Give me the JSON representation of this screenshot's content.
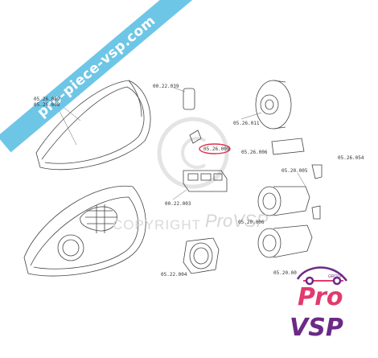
{
  "watermark": {
    "banner_text": "pro-piece-vsp.com",
    "copyright_text": "COPYRIGHT",
    "copyright_brand": "ProVSP"
  },
  "parts": {
    "p1": "05.26.009",
    "p2": "05.26.008",
    "p3": "00.22.039",
    "p4": "05.26.011",
    "p5": "05.26.009",
    "p6": "05.26.006",
    "p7": "05.20.005",
    "p8": "05.26.054",
    "p9": "00.22.003",
    "p10": "05.20.006",
    "p11": "05.20.00",
    "p12": "05.22.004"
  },
  "logo": {
    "group": "GROUP",
    "pro": "Pro",
    "vsp": "VSP"
  },
  "colors": {
    "banner": "#6ec6e6",
    "highlight": "#e0304c",
    "logo_pink": "#e23a6e",
    "logo_purple": "#6b2a86"
  }
}
